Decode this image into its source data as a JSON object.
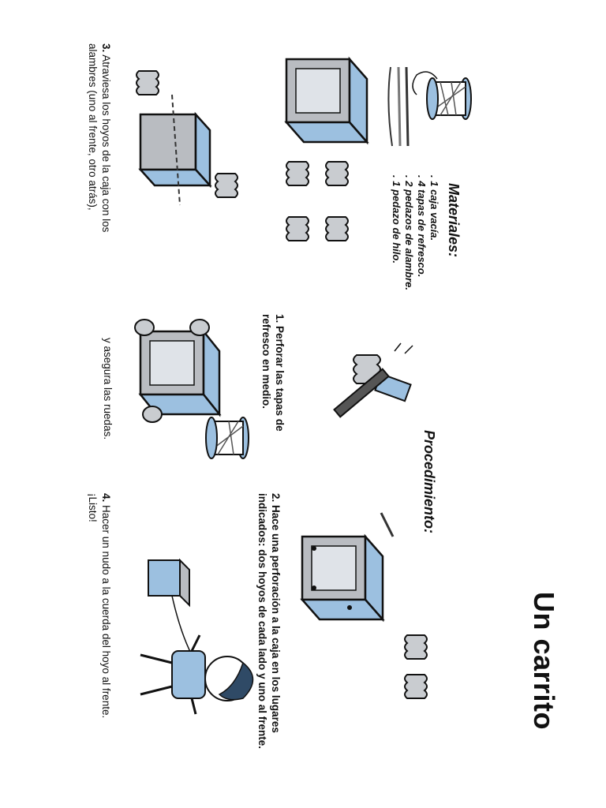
{
  "title": "Un carrito",
  "materials": {
    "heading": "Materiales:",
    "items": [
      ". 1 caja vacía.",
      ". 4 tapas de refresco.",
      ". 2 pedazos de alambre.",
      ". 1 pedazo de hilo."
    ]
  },
  "procedure": {
    "heading": "Procedimiento:",
    "step1": "1. Perforar las tapas de refresco en medio.",
    "step2": "2. Hace una perforación a la caja en los lugares indicados: dos hoyos de cada lado y uno al frente.",
    "step3_num": "3.",
    "step3": "Atraviesa los hoyos de la caja con los alambres (uno al frente, otro atrás),",
    "step3_cont": "y asegura las ruedas.",
    "step4_num": "4.",
    "step4": "Hacer un nudo a la cuerda del hoyo al frente. ¡Listo!"
  },
  "colors": {
    "box_blue": "#9cc0e0",
    "box_gray": "#b9bcc1",
    "ink": "#111111"
  }
}
